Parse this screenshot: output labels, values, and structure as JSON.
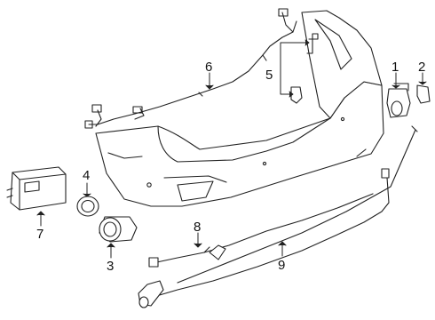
{
  "callouts": [
    {
      "id": "1",
      "text": "1"
    },
    {
      "id": "2",
      "text": "2"
    },
    {
      "id": "3",
      "text": "3"
    },
    {
      "id": "4",
      "text": "4"
    },
    {
      "id": "5",
      "text": "5"
    },
    {
      "id": "6",
      "text": "6"
    },
    {
      "id": "7",
      "text": "7"
    },
    {
      "id": "8",
      "text": "8"
    },
    {
      "id": "9",
      "text": "9"
    }
  ],
  "colors": {
    "line": "#222222",
    "fill": "#ffffff"
  }
}
